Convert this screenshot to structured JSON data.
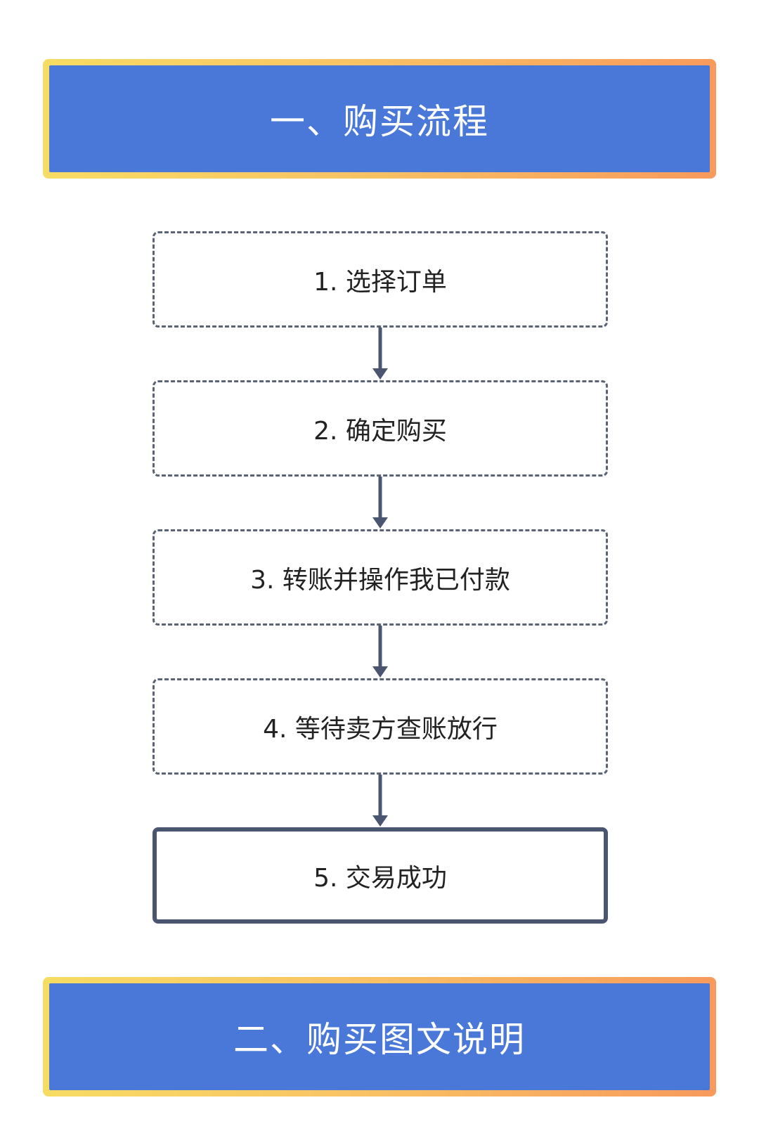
{
  "sections": [
    {
      "title": "一、购买流程"
    },
    {
      "title": "二、购买图文说明"
    }
  ],
  "flow": {
    "steps": [
      {
        "label": "1. 选择订单"
      },
      {
        "label": "2. 确定购买"
      },
      {
        "label": "3. 转账并操作我已付款"
      },
      {
        "label": "4. 等待卖方查账放行"
      },
      {
        "label": "5. 交易成功"
      }
    ]
  },
  "colors": {
    "banner_fill": "#4a78d8",
    "banner_border_start": "#f7dc63",
    "banner_border_end": "#f79a5c",
    "connector": "#4a5670"
  },
  "icons": {
    "connector": "arrow-down-icon"
  }
}
